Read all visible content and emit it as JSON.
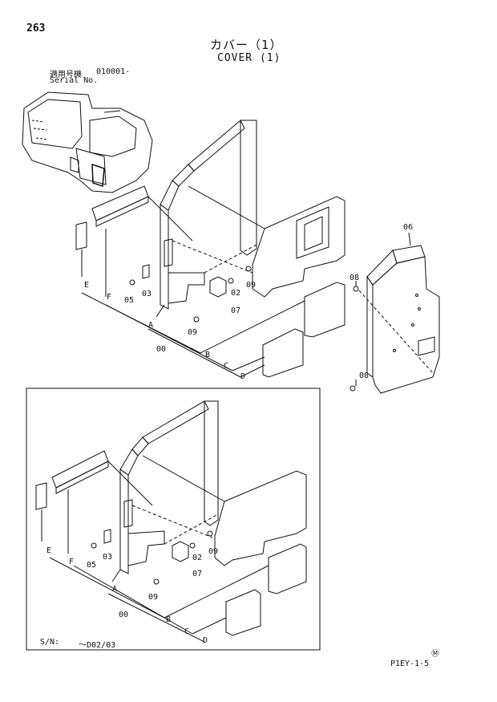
{
  "header": {
    "page_number": "263",
    "title_jp": "カバー（1）",
    "title_en": "COVER (1)"
  },
  "serial": {
    "label_jp": "適用号機",
    "code": "010001-",
    "label_en": "Serial No."
  },
  "footer": {
    "sn_label": "S/N:",
    "sn_range": "～D02/03",
    "marker": "Ⓜ",
    "ref_code": "P1EY-1-5"
  },
  "callouts": {
    "top": {
      "p00": "00",
      "p02": "02",
      "p03": "03",
      "p05": "05",
      "p07": "07",
      "p09a": "09",
      "p09b": "09",
      "A": "A",
      "B": "B",
      "C": "C",
      "D": "D",
      "E": "E",
      "F": "F"
    },
    "right": {
      "p06": "06",
      "p08a": "08",
      "p08b": "08"
    },
    "bottom": {
      "p00": "00",
      "p02": "02",
      "p03": "03",
      "p05": "05",
      "p07": "07",
      "p09a": "09",
      "p09b": "09",
      "A": "A",
      "B": "B",
      "C": "C",
      "D": "D",
      "E": "E",
      "F": "F"
    }
  }
}
